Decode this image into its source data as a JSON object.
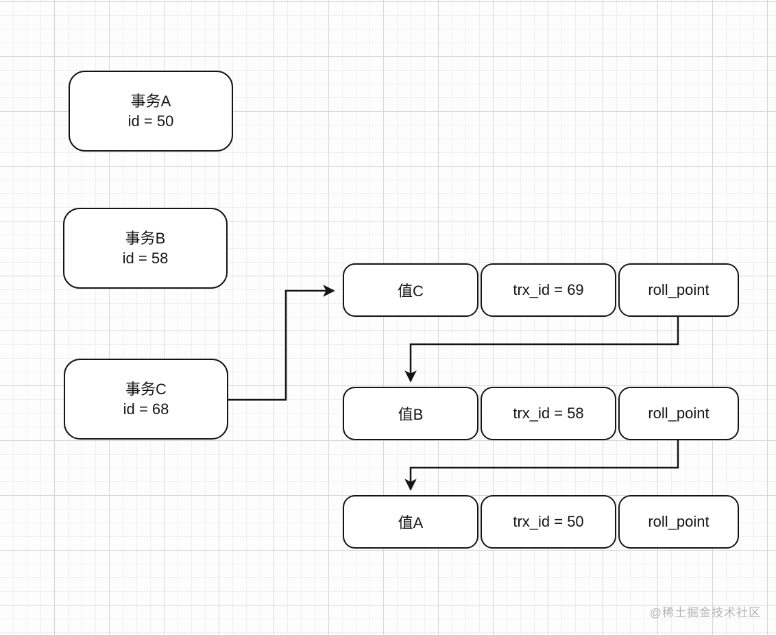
{
  "diagram": {
    "transactions": [
      {
        "title": "事务A",
        "id_label": "id = 50"
      },
      {
        "title": "事务B",
        "id_label": "id = 58"
      },
      {
        "title": "事务C",
        "id_label": "id = 68"
      }
    ],
    "versions": [
      {
        "value": "值C",
        "trx_id": "trx_id = 69",
        "roll_point": "roll_point"
      },
      {
        "value": "值B",
        "trx_id": "trx_id = 58",
        "roll_point": "roll_point"
      },
      {
        "value": "值A",
        "trx_id": "trx_id = 50",
        "roll_point": "roll_point"
      }
    ],
    "connectors": [
      {
        "from": "事务C",
        "to": "值C"
      },
      {
        "from": "值C roll_point",
        "to": "值B"
      },
      {
        "from": "值B roll_point",
        "to": "值A"
      }
    ],
    "watermark": "@稀土掘金技术社区",
    "colors": {
      "stroke": "#141414",
      "node_fill": "#ffffff",
      "grid_minor": "#efefef",
      "grid_major": "#d6d6d6",
      "watermark": "#b5b5b5",
      "background": "#fdfdfd"
    }
  }
}
